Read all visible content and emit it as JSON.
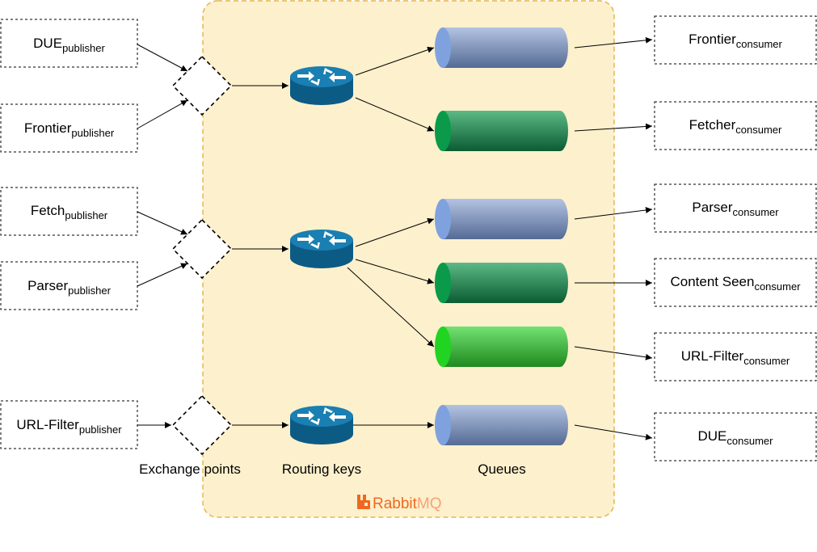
{
  "publishers": [
    {
      "name": "DUE",
      "suffix": "publisher"
    },
    {
      "name": "Frontier",
      "suffix": "publisher"
    },
    {
      "name": "Fetch",
      "suffix": "publisher"
    },
    {
      "name": "Parser",
      "suffix": "publisher"
    },
    {
      "name": "URL-Filter",
      "suffix": "publisher"
    }
  ],
  "consumers": [
    {
      "name": "Frontier",
      "suffix": "consumer"
    },
    {
      "name": "Fetcher",
      "suffix": "consumer"
    },
    {
      "name": "Parser",
      "suffix": "consumer"
    },
    {
      "name": "Content Seen",
      "suffix": "consumer"
    },
    {
      "name": "URL-Filter",
      "suffix": "consumer"
    },
    {
      "name": "DUE",
      "suffix": "consumer"
    }
  ],
  "captions": {
    "exchange": "Exchange points",
    "routing": "Routing keys",
    "queues": "Queues"
  },
  "logo": {
    "part1": "Rabbit",
    "part2": "MQ"
  },
  "colors": {
    "broker_fill": "#fdf0cc",
    "broker_border": "#e5b650",
    "router": "#0f6b9a",
    "queue_blue": "#7c91b8",
    "queue_darkgreen": "#2a8a55",
    "queue_brightgreen": "#3fbf3f"
  },
  "queue_types": [
    "blue",
    "dark-green",
    "blue",
    "dark-green",
    "bright-green",
    "blue"
  ]
}
